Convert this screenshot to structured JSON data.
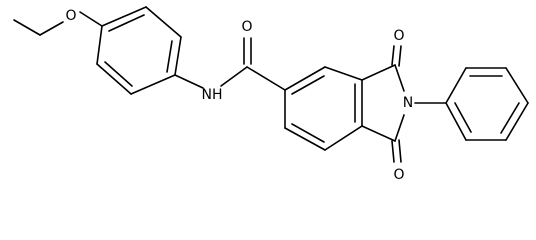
{
  "molecule": {
    "atoms": {
      "ether_oxygen": "O",
      "amide_nitrogen": "NH",
      "amide_carbonyl_oxygen": "O",
      "imide_nitrogen": "N",
      "imide_carbonyl_oxygen_top": "O",
      "imide_carbonyl_oxygen_bottom": "O"
    },
    "colors": {
      "bond": "#000000",
      "label": "#000000",
      "background": "#ffffff"
    }
  }
}
